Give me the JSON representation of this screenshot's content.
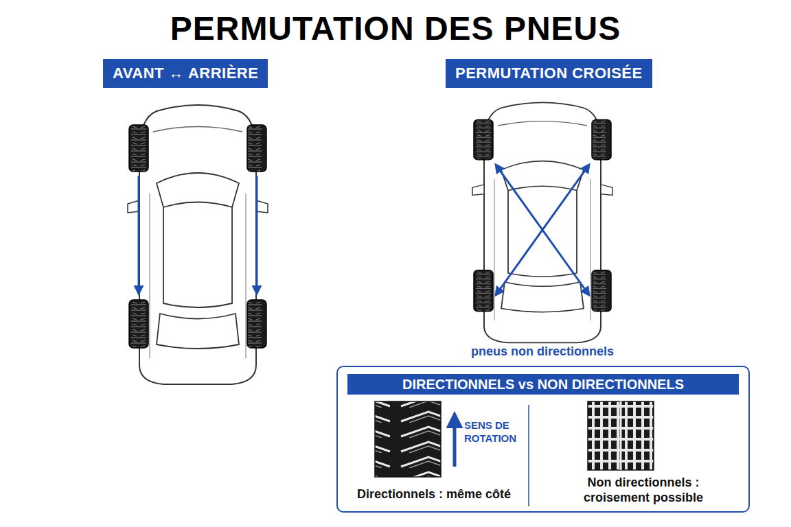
{
  "diagram": {
    "title": "PERMUTATION DES PNEUS",
    "nodes": [
      {
        "text": [
          "AVANT ↔ ARRIÈRE"
        ]
      },
      {
        "text": [
          "PERMUTATION CROISÉE"
        ]
      },
      {
        "text": [
          "DIRECTIONNELS vs NON DIRECTIONNELS",
          "Directionnels : même côté",
          "Non directionnels : croisement possible"
        ]
      }
    ],
    "labels": [
      "pneus non directionnels",
      "SENS DE ROTATION"
    ]
  }
}
